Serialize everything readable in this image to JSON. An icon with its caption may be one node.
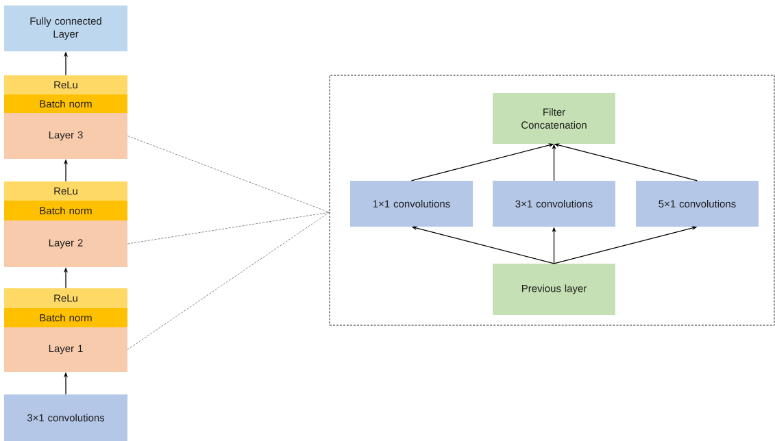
{
  "diagram": {
    "nodes": [
      {
        "text": [
          "Fully connected Layer"
        ]
      },
      {
        "text": [
          "ReLu"
        ]
      },
      {
        "text": [
          "Batch norm"
        ]
      },
      {
        "text": [
          "Layer 3"
        ]
      },
      {
        "text": [
          "ReLu"
        ]
      },
      {
        "text": [
          "Batch norm"
        ]
      },
      {
        "text": [
          "Layer 2"
        ]
      },
      {
        "text": [
          "ReLu"
        ]
      },
      {
        "text": [
          "Batch norm"
        ]
      },
      {
        "text": [
          "Layer 1"
        ]
      },
      {
        "text": [
          "3×1 convolutions"
        ]
      },
      {
        "text": [],
        "shape": "box"
      },
      {
        "text": [
          "Filter Concatenation"
        ],
        "in": 11
      },
      {
        "text": [
          "1×1 convolutions"
        ],
        "in": 11
      },
      {
        "text": [
          "3×1 convolutions"
        ],
        "in": 11
      },
      {
        "text": [
          "5×1 convolutions"
        ],
        "in": 11
      },
      {
        "text": [
          "Previous layer"
        ],
        "in": 11
      }
    ],
    "edges": [
      {
        "from": 10,
        "to": 9,
        "arrow": "to"
      },
      {
        "from": 7,
        "to": 6,
        "arrow": "to"
      },
      {
        "from": 4,
        "to": 3,
        "arrow": "to"
      },
      {
        "from": 1,
        "to": 0,
        "arrow": "to"
      },
      {
        "from": 3,
        "to": 11,
        "arrow": "none",
        "style": "dashed"
      },
      {
        "from": 6,
        "to": 11,
        "arrow": "none",
        "style": "dashed"
      },
      {
        "from": 9,
        "to": 11,
        "arrow": "none",
        "style": "dashed"
      },
      {
        "from": 16,
        "to": 13,
        "arrow": "to"
      },
      {
        "from": 16,
        "to": 14,
        "arrow": "to"
      },
      {
        "from": 16,
        "to": 15,
        "arrow": "to"
      },
      {
        "from": 13,
        "to": 12,
        "arrow": "to"
      },
      {
        "from": 14,
        "to": 12,
        "arrow": "to"
      },
      {
        "from": 15,
        "to": 12,
        "arrow": "to"
      }
    ]
  }
}
